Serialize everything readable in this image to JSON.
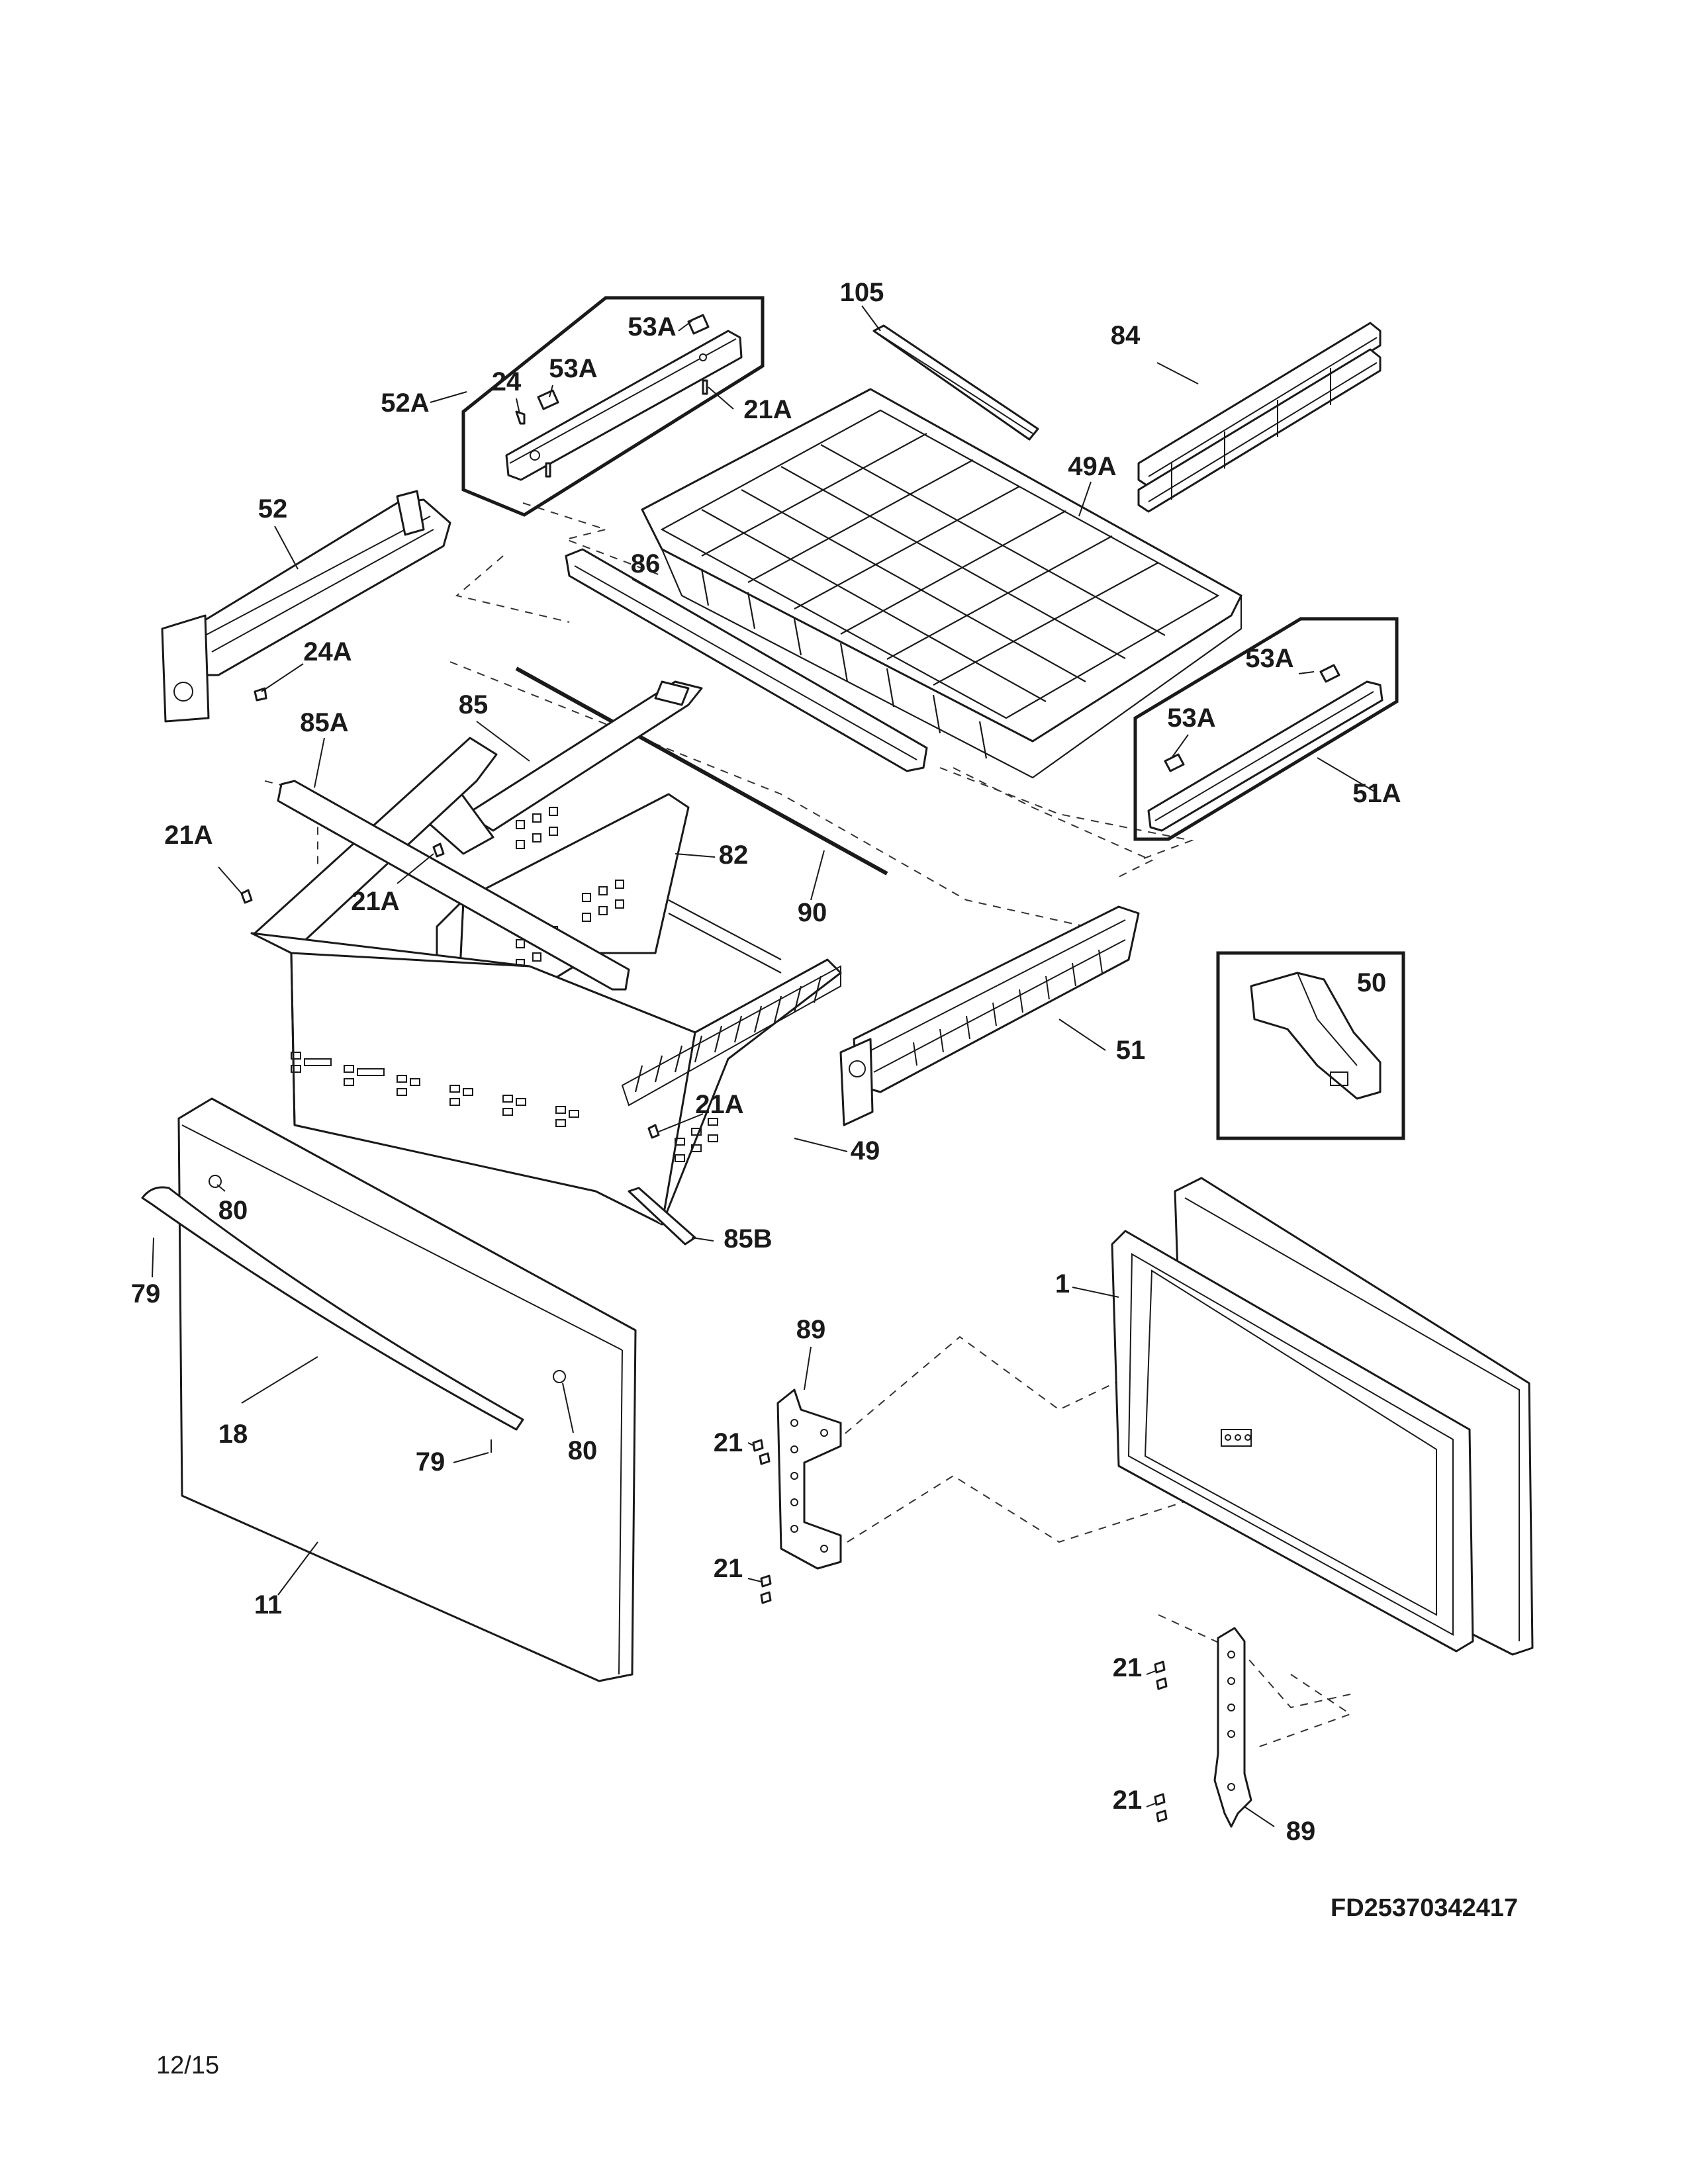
{
  "diagram": {
    "model_code": "FD25370342417",
    "page_number": "12/15",
    "callouts": [
      {
        "id": "c-105",
        "text": "105"
      },
      {
        "id": "c-53A-a",
        "text": "53A"
      },
      {
        "id": "c-24",
        "text": "24"
      },
      {
        "id": "c-53A-b",
        "text": "53A"
      },
      {
        "id": "c-52A",
        "text": "52A"
      },
      {
        "id": "c-21A-a",
        "text": "21A"
      },
      {
        "id": "c-84",
        "text": "84"
      },
      {
        "id": "c-49A",
        "text": "49A"
      },
      {
        "id": "c-52",
        "text": "52"
      },
      {
        "id": "c-86",
        "text": "86"
      },
      {
        "id": "c-24A",
        "text": "24A"
      },
      {
        "id": "c-53A-c",
        "text": "53A"
      },
      {
        "id": "c-53A-d",
        "text": "53A"
      },
      {
        "id": "c-51A",
        "text": "51A"
      },
      {
        "id": "c-85A",
        "text": "85A"
      },
      {
        "id": "c-85",
        "text": "85"
      },
      {
        "id": "c-21A-b",
        "text": "21A"
      },
      {
        "id": "c-82",
        "text": "82"
      },
      {
        "id": "c-21A-c",
        "text": "21A"
      },
      {
        "id": "c-90",
        "text": "90"
      },
      {
        "id": "c-50",
        "text": "50"
      },
      {
        "id": "c-51",
        "text": "51"
      },
      {
        "id": "c-21A-d",
        "text": "21A"
      },
      {
        "id": "c-49",
        "text": "49"
      },
      {
        "id": "c-80-a",
        "text": "80"
      },
      {
        "id": "c-85B",
        "text": "85B"
      },
      {
        "id": "c-79-a",
        "text": "79"
      },
      {
        "id": "c-1",
        "text": "1"
      },
      {
        "id": "c-89-a",
        "text": "89"
      },
      {
        "id": "c-18",
        "text": "18"
      },
      {
        "id": "c-21-a",
        "text": "21"
      },
      {
        "id": "c-80-b",
        "text": "80"
      },
      {
        "id": "c-79-b",
        "text": "79"
      },
      {
        "id": "c-21-b",
        "text": "21"
      },
      {
        "id": "c-11",
        "text": "11"
      },
      {
        "id": "c-21-c",
        "text": "21"
      },
      {
        "id": "c-21-d",
        "text": "21"
      },
      {
        "id": "c-89-b",
        "text": "89"
      }
    ]
  }
}
